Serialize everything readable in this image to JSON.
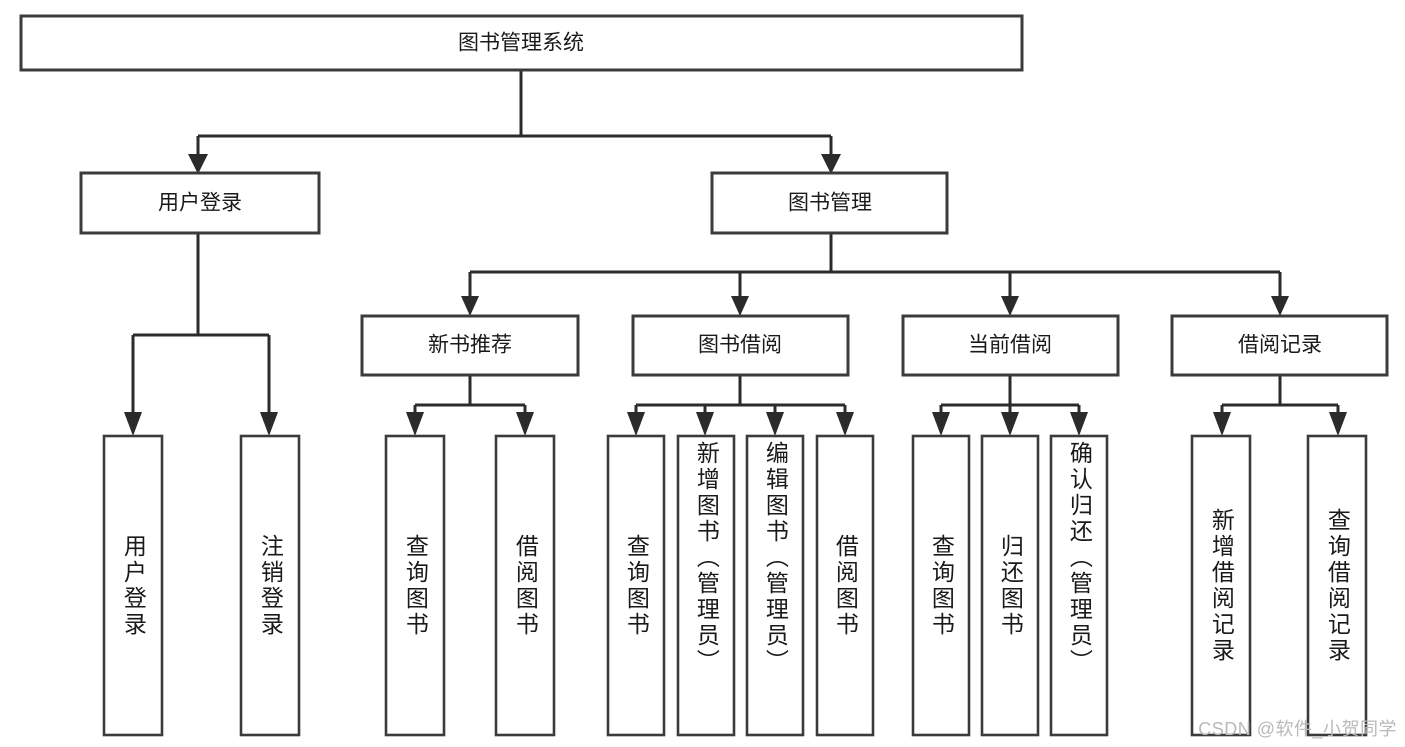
{
  "diagram": {
    "type": "tree-hierarchy",
    "title": "图书管理系统",
    "watermark": "CSDN @软件_小贺同学",
    "colors": {
      "box_fill": "#ffffff",
      "box_stroke": "#3b3b3b",
      "connector": "#2b2b2b",
      "text": "#1a1a1a",
      "watermark": "#b9b9b9",
      "background": "#ffffff"
    },
    "root": {
      "label": "图书管理系统"
    },
    "level2": [
      {
        "label": "用户登录"
      },
      {
        "label": "图书管理"
      }
    ],
    "level3": [
      {
        "label": "新书推荐"
      },
      {
        "label": "图书借阅"
      },
      {
        "label": "当前借阅"
      },
      {
        "label": "借阅记录"
      }
    ],
    "leaves": {
      "user_login": [
        {
          "label": "用户登录"
        },
        {
          "label": "注销登录"
        }
      ],
      "new_book_recommend": [
        {
          "label": "查询图书"
        },
        {
          "label": "借阅图书"
        }
      ],
      "book_borrow": [
        {
          "label": "查询图书"
        },
        {
          "label": "新增图书（管理员）"
        },
        {
          "label": "编辑图书（管理员）"
        },
        {
          "label": "借阅图书"
        }
      ],
      "current_borrow": [
        {
          "label": "查询图书"
        },
        {
          "label": "归还图书"
        },
        {
          "label": "确认归还（管理员）"
        }
      ],
      "borrow_record": [
        {
          "label": "新增借阅记录"
        },
        {
          "label": "查询借阅记录"
        }
      ]
    }
  }
}
